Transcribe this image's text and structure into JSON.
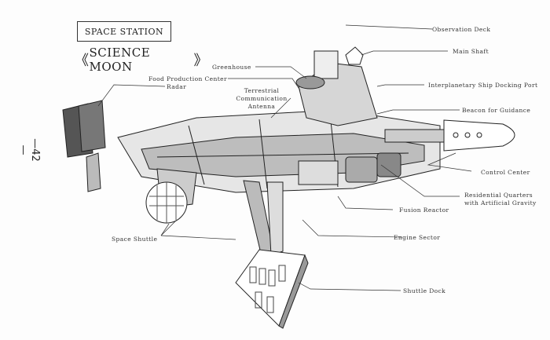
{
  "header": {
    "box_title": "SPACE STATION",
    "subtitle_left_bracket": "《",
    "subtitle": "SCIENCE MOON",
    "subtitle_right_bracket": "》"
  },
  "page_number": "—42—",
  "labels": {
    "observation_deck": "Observation Deck",
    "main_shaft": "Main Shaft",
    "greenhouse": "Greenhouse",
    "food_production_center": "Food Production Center",
    "radar": "Radar",
    "terrestrial_antenna_line1": "Terrestrial",
    "terrestrial_antenna_line2": "Communication",
    "terrestrial_antenna_line3": "Antenna",
    "docking_port": "Interplanetary Ship Docking Port",
    "beacon": "Beacon for Guidance",
    "control_center": "Control Center",
    "residential_line1": "Residential Quarters",
    "residential_line2": "with Artificial Gravity",
    "fusion_reactor": "Fusion Reactor",
    "engine_sector": "Engine Sector",
    "space_shuttle": "Space Shuttle",
    "shuttle_dock": "Shuttle Dock"
  },
  "colors": {
    "ink": "#222222",
    "paper": "#fdfdfd",
    "shade": "#9a9a9a"
  }
}
